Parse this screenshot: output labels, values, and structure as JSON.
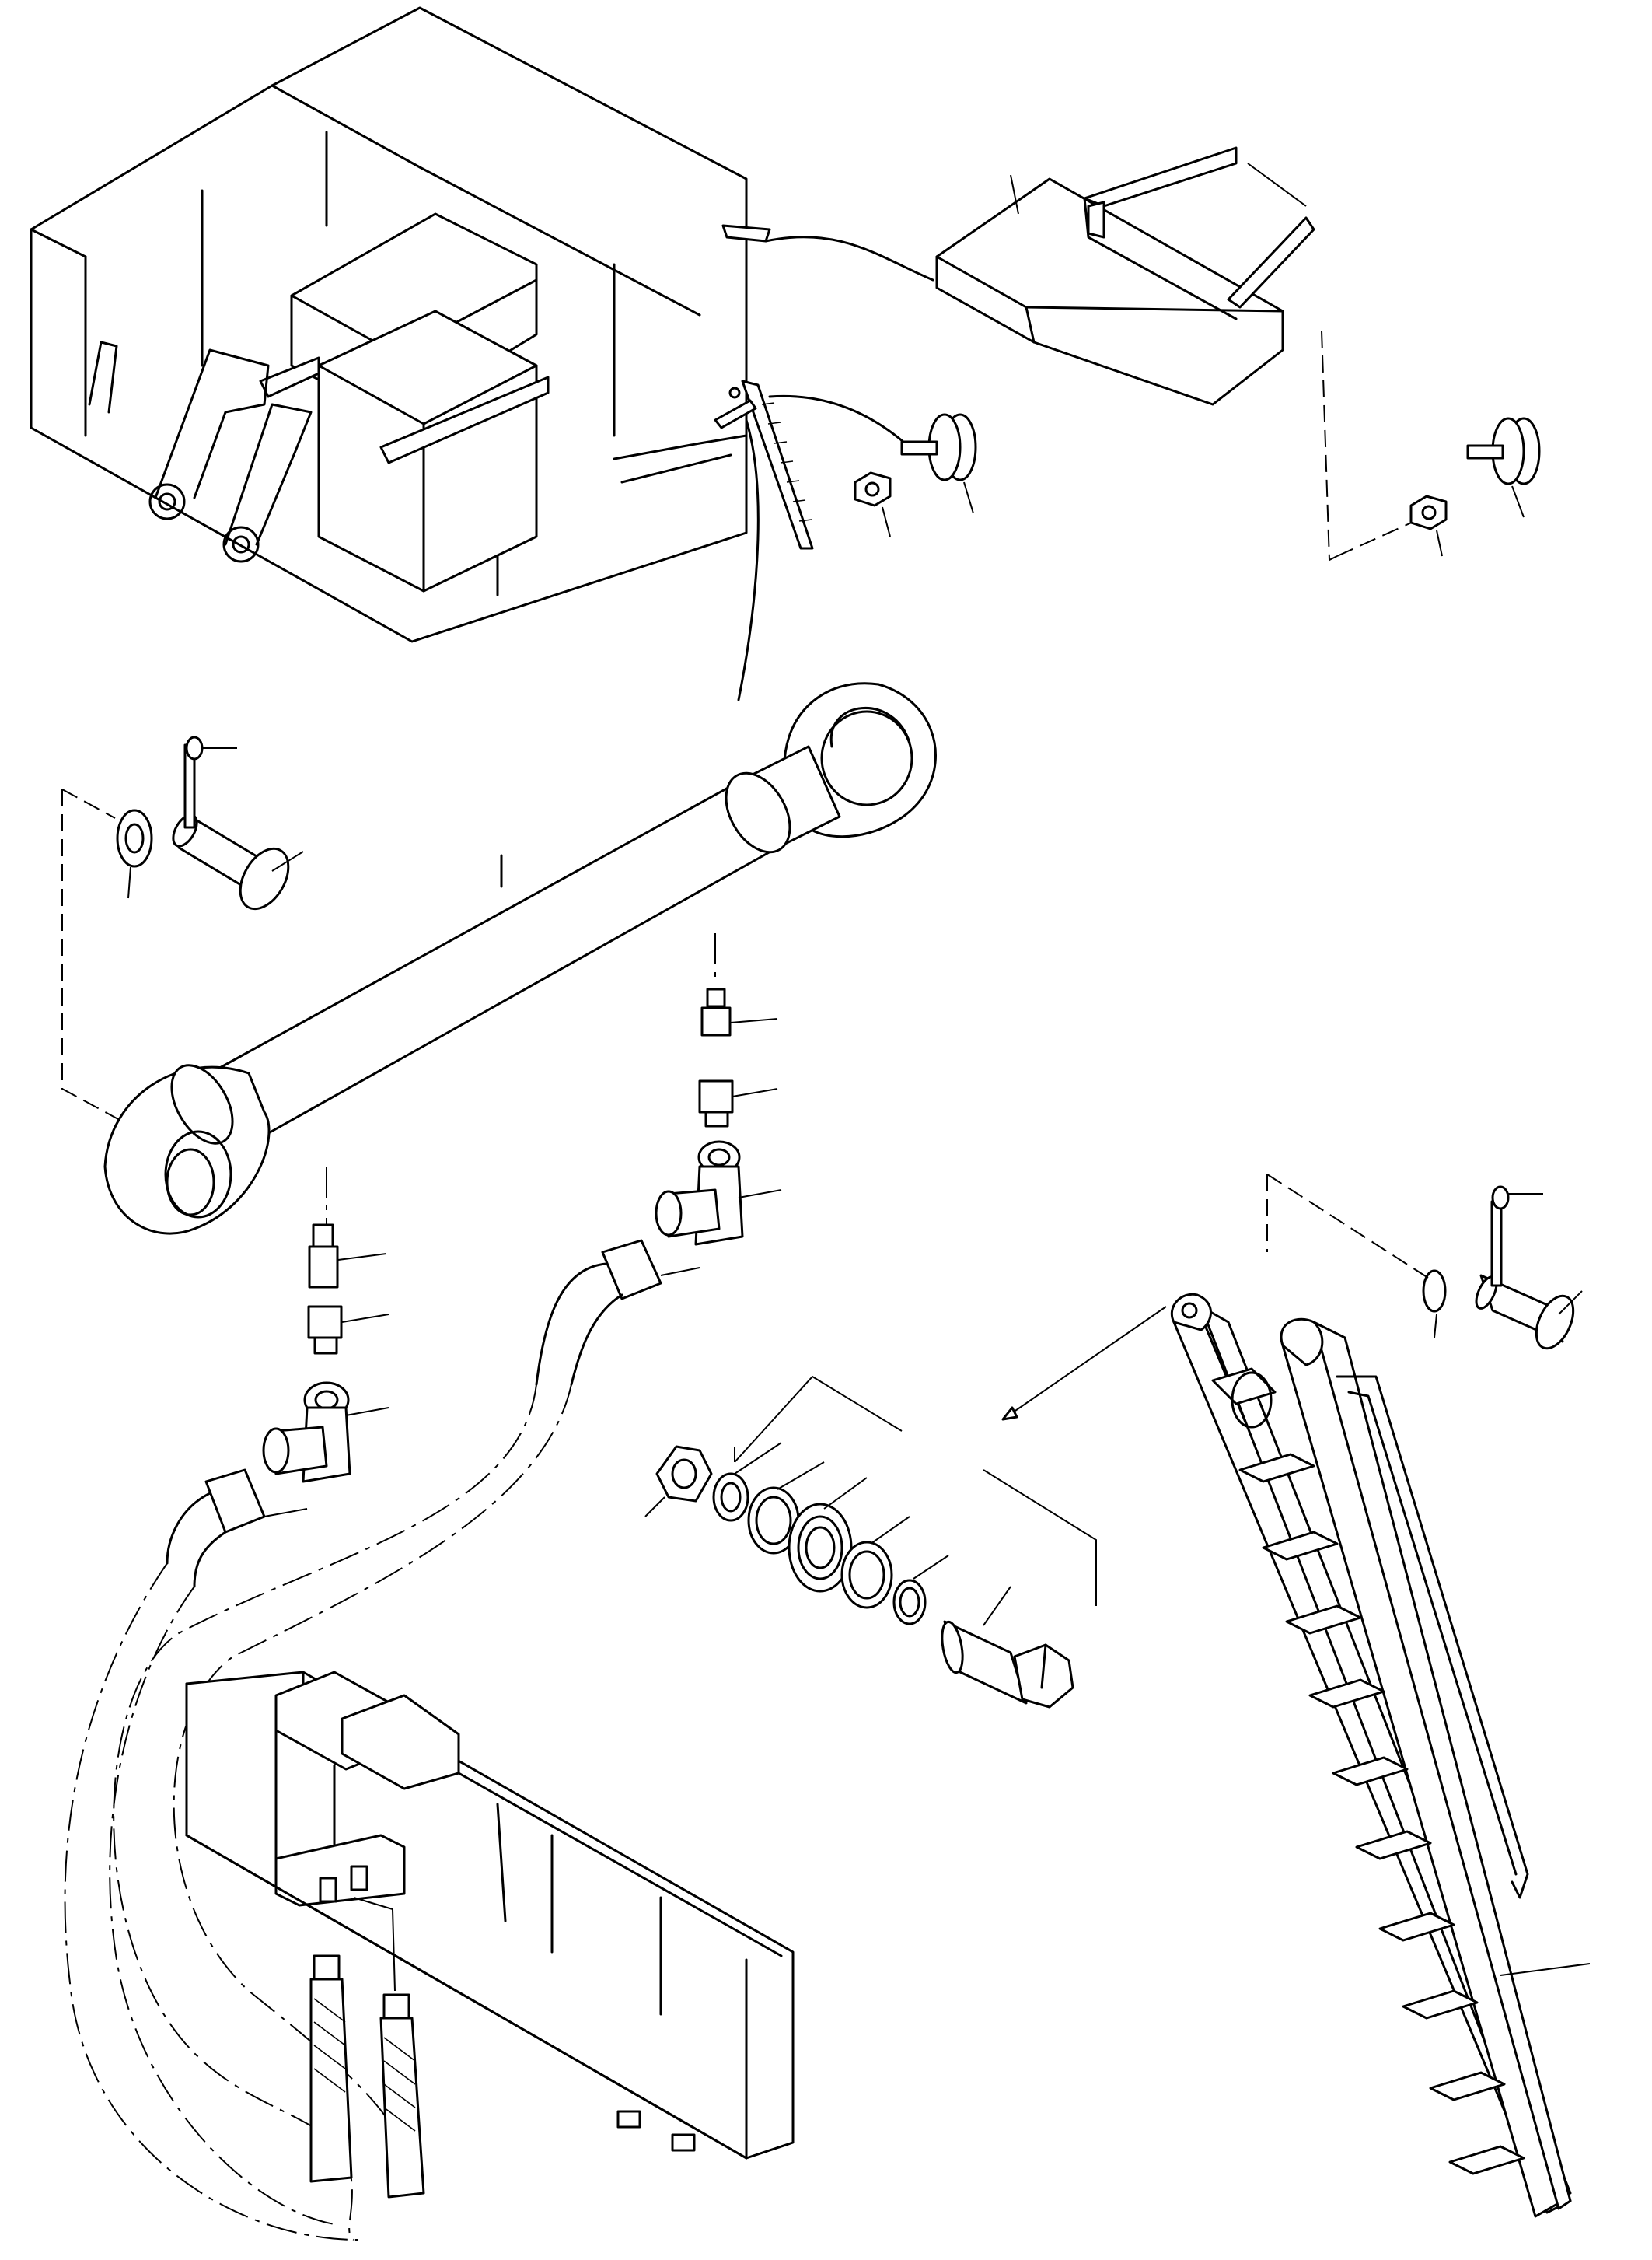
{
  "figure": {
    "kind": "exploded-parts-drawing",
    "line_color": "#000000",
    "background": "#ffffff",
    "text_labels": []
  },
  "assemblies": [
    {
      "id": "cab-frame",
      "icon": "machine-frame-outline"
    },
    {
      "id": "counterweight-block",
      "icon": "counterweight-outline"
    },
    {
      "id": "hydraulic-cylinder",
      "icon": "cylinder-outline"
    },
    {
      "id": "hydraulic-hoses",
      "icon": "hose-outline"
    },
    {
      "id": "valve-block",
      "icon": "valve-block-outline"
    },
    {
      "id": "access-ladder",
      "icon": "ladder-outline"
    },
    {
      "id": "pivot-hardware",
      "icon": "bolt-bearing-stack-outline"
    },
    {
      "id": "pin-and-cotter",
      "icon": "pin-outline"
    },
    {
      "id": "stud-bumper",
      "icon": "stud-pad-outline"
    }
  ]
}
